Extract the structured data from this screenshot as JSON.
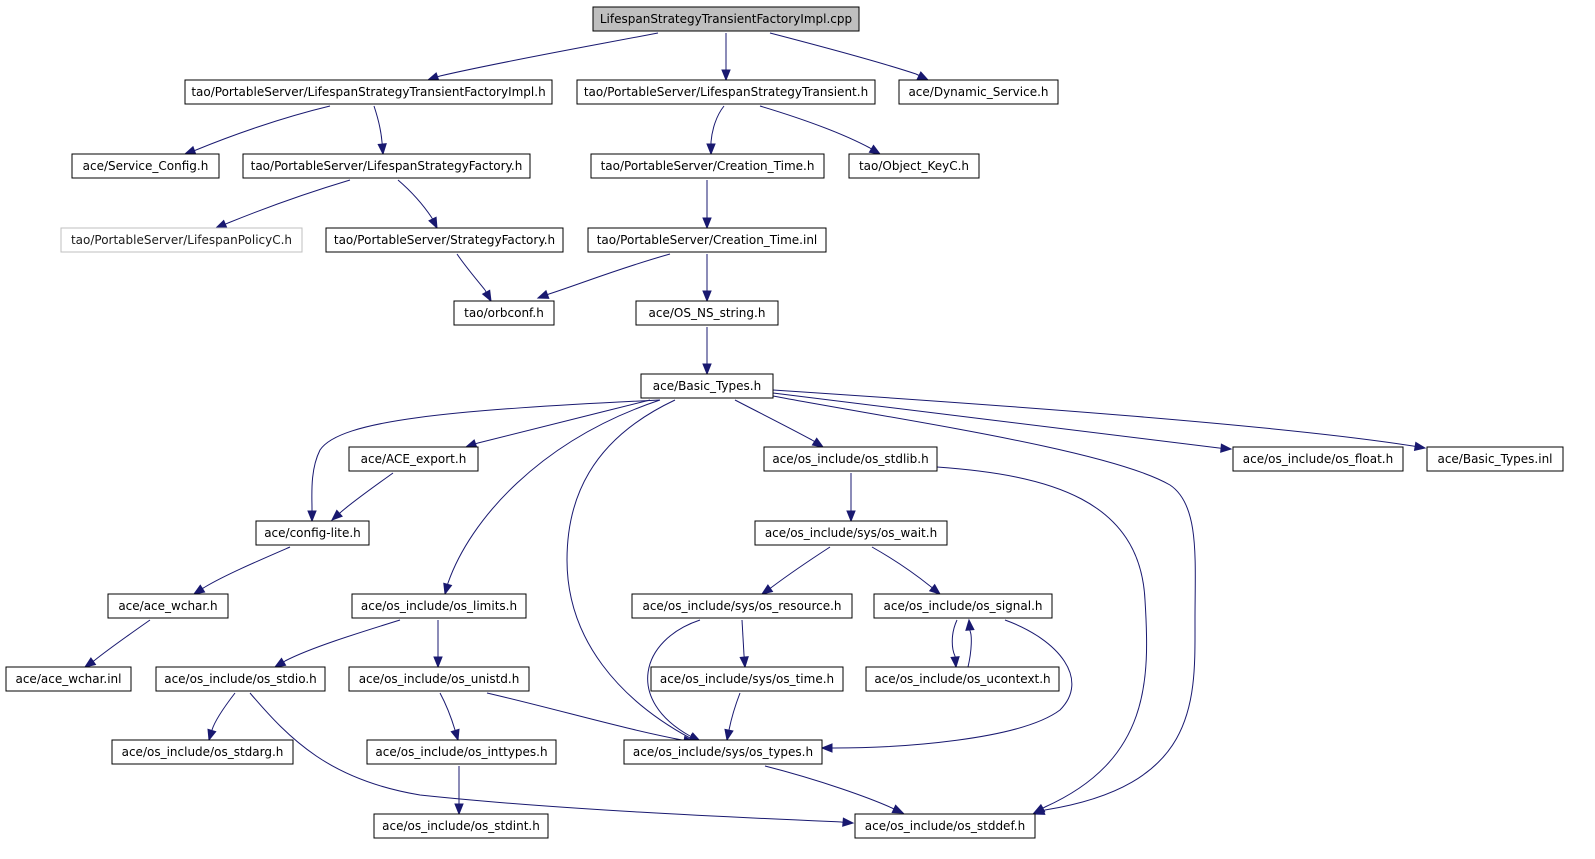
{
  "graph": {
    "colors": {
      "edge": "#191970",
      "root_fill": "#bfbfbf",
      "node_fill": "#ffffff",
      "muted_border": "#bfbfbf"
    },
    "nodes": [
      {
        "id": "root",
        "label": "LifespanStrategyTransientFactoryImpl.cpp",
        "root": true
      },
      {
        "id": "lstfi_h",
        "label": "tao/PortableServer/LifespanStrategyTransientFactoryImpl.h"
      },
      {
        "id": "lst_h",
        "label": "tao/PortableServer/LifespanStrategyTransient.h"
      },
      {
        "id": "dyn_svc",
        "label": "ace/Dynamic_Service.h"
      },
      {
        "id": "svc_cfg",
        "label": "ace/Service_Config.h"
      },
      {
        "id": "lsf_h",
        "label": "tao/PortableServer/LifespanStrategyFactory.h"
      },
      {
        "id": "ct_h",
        "label": "tao/PortableServer/Creation_Time.h"
      },
      {
        "id": "objkey",
        "label": "tao/Object_KeyC.h"
      },
      {
        "id": "lpc_h",
        "label": "tao/PortableServer/LifespanPolicyC.h",
        "muted": true
      },
      {
        "id": "sf_h",
        "label": "tao/PortableServer/StrategyFactory.h"
      },
      {
        "id": "ct_inl",
        "label": "tao/PortableServer/Creation_Time.inl"
      },
      {
        "id": "orbconf",
        "label": "tao/orbconf.h"
      },
      {
        "id": "osns",
        "label": "ace/OS_NS_string.h"
      },
      {
        "id": "basic",
        "label": "ace/Basic_Types.h"
      },
      {
        "id": "aceexp",
        "label": "ace/ACE_export.h"
      },
      {
        "id": "stdlib",
        "label": "ace/os_include/os_stdlib.h"
      },
      {
        "id": "float",
        "label": "ace/os_include/os_float.h"
      },
      {
        "id": "btinl",
        "label": "ace/Basic_Types.inl"
      },
      {
        "id": "cfglite",
        "label": "ace/config-lite.h"
      },
      {
        "id": "wait",
        "label": "ace/os_include/sys/os_wait.h"
      },
      {
        "id": "wchar",
        "label": "ace/ace_wchar.h"
      },
      {
        "id": "limits",
        "label": "ace/os_include/os_limits.h"
      },
      {
        "id": "resource",
        "label": "ace/os_include/sys/os_resource.h"
      },
      {
        "id": "signal",
        "label": "ace/os_include/os_signal.h"
      },
      {
        "id": "wcharinl",
        "label": "ace/ace_wchar.inl"
      },
      {
        "id": "stdio",
        "label": "ace/os_include/os_stdio.h"
      },
      {
        "id": "unistd",
        "label": "ace/os_include/os_unistd.h"
      },
      {
        "id": "time",
        "label": "ace/os_include/sys/os_time.h"
      },
      {
        "id": "ucontext",
        "label": "ace/os_include/os_ucontext.h"
      },
      {
        "id": "stdarg",
        "label": "ace/os_include/os_stdarg.h"
      },
      {
        "id": "inttypes",
        "label": "ace/os_include/os_inttypes.h"
      },
      {
        "id": "types",
        "label": "ace/os_include/sys/os_types.h"
      },
      {
        "id": "stdint",
        "label": "ace/os_include/os_stdint.h"
      },
      {
        "id": "stddef",
        "label": "ace/os_include/os_stddef.h"
      }
    ],
    "edges": [
      {
        "from": "root",
        "to": "lstfi_h"
      },
      {
        "from": "root",
        "to": "lst_h"
      },
      {
        "from": "root",
        "to": "dyn_svc"
      },
      {
        "from": "lstfi_h",
        "to": "svc_cfg"
      },
      {
        "from": "lstfi_h",
        "to": "lsf_h"
      },
      {
        "from": "lst_h",
        "to": "ct_h"
      },
      {
        "from": "lst_h",
        "to": "objkey"
      },
      {
        "from": "lsf_h",
        "to": "lpc_h"
      },
      {
        "from": "lsf_h",
        "to": "sf_h"
      },
      {
        "from": "ct_h",
        "to": "ct_inl"
      },
      {
        "from": "sf_h",
        "to": "orbconf"
      },
      {
        "from": "ct_inl",
        "to": "orbconf"
      },
      {
        "from": "ct_inl",
        "to": "osns"
      },
      {
        "from": "osns",
        "to": "basic"
      },
      {
        "from": "basic",
        "to": "aceexp"
      },
      {
        "from": "basic",
        "to": "stdlib"
      },
      {
        "from": "basic",
        "to": "float"
      },
      {
        "from": "basic",
        "to": "btinl"
      },
      {
        "from": "basic",
        "to": "cfglite"
      },
      {
        "from": "basic",
        "to": "limits"
      },
      {
        "from": "basic",
        "to": "types"
      },
      {
        "from": "basic",
        "to": "stddef"
      },
      {
        "from": "aceexp",
        "to": "cfglite"
      },
      {
        "from": "cfglite",
        "to": "wchar"
      },
      {
        "from": "wchar",
        "to": "wcharinl"
      },
      {
        "from": "stdlib",
        "to": "wait"
      },
      {
        "from": "stdlib",
        "to": "stddef"
      },
      {
        "from": "wait",
        "to": "resource"
      },
      {
        "from": "wait",
        "to": "signal"
      },
      {
        "from": "limits",
        "to": "stdio"
      },
      {
        "from": "limits",
        "to": "unistd"
      },
      {
        "from": "resource",
        "to": "time"
      },
      {
        "from": "resource",
        "to": "types"
      },
      {
        "from": "signal",
        "to": "ucontext"
      },
      {
        "from": "ucontext",
        "to": "signal"
      },
      {
        "from": "signal",
        "to": "types"
      },
      {
        "from": "stdio",
        "to": "stdarg"
      },
      {
        "from": "stdio",
        "to": "stddef"
      },
      {
        "from": "unistd",
        "to": "inttypes"
      },
      {
        "from": "unistd",
        "to": "types"
      },
      {
        "from": "time",
        "to": "types"
      },
      {
        "from": "inttypes",
        "to": "stdint"
      },
      {
        "from": "types",
        "to": "stddef"
      }
    ]
  }
}
